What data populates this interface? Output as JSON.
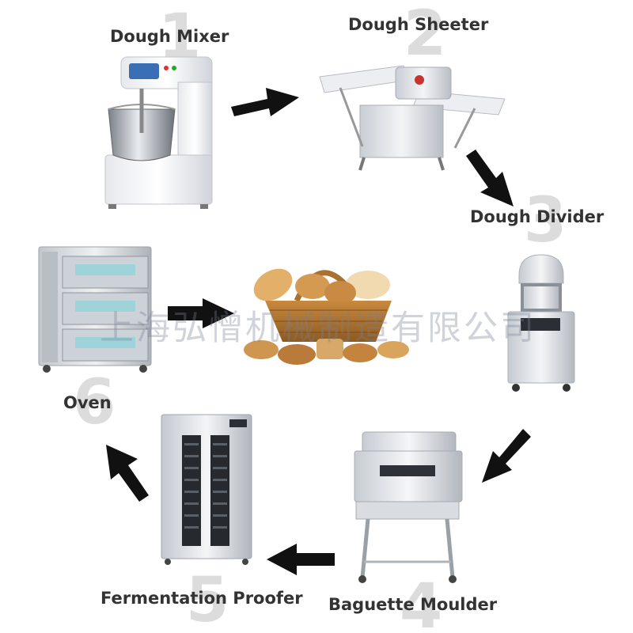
{
  "steps": [
    {
      "number": "1",
      "label": "Dough Mixer"
    },
    {
      "number": "2",
      "label": "Dough Sheeter"
    },
    {
      "number": "3",
      "label": "Dough Divider"
    },
    {
      "number": "4",
      "label": "Baguette Moulder"
    },
    {
      "number": "5",
      "label": "Fermentation Proofer"
    },
    {
      "number": "6",
      "label": "Oven"
    }
  ],
  "watermark": "上海弘憎机械制造有限公司",
  "colors": {
    "steel": "#d9dde2",
    "steel_dark": "#9aa0a8",
    "label": "#333333",
    "step_number": "#dcdcdc",
    "arrow": "#111111",
    "bread": "#d9a45c"
  },
  "icons": [
    "dough-mixer-icon",
    "dough-sheeter-icon",
    "dough-divider-icon",
    "baguette-moulder-icon",
    "fermentation-proofer-icon",
    "oven-icon",
    "bread-basket-icon",
    "arrow-icon"
  ]
}
